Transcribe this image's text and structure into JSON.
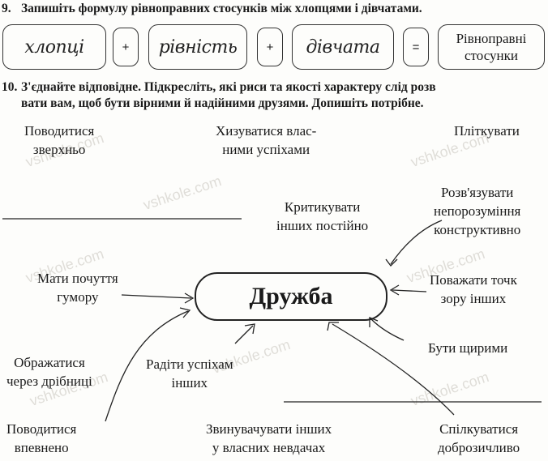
{
  "watermark": "vshkole.com",
  "task9": {
    "number": "9.",
    "text": "Запишіть формулу рівноправних стосунків між хлопцями і дівчатами.",
    "term1": "хлопці",
    "op1": "+",
    "term2": "рівність",
    "op2": "+",
    "term3": "дівчата",
    "op3": "=",
    "result_line1": "Рівноправні",
    "result_line2": "стосунки"
  },
  "task10": {
    "number": "10.",
    "text_line1": "З'єднайте відповідне. Підкресліть, які риси та якості характеру слід розв",
    "text_line2": "вати вам, щоб бути вірними й надійними друзями. Допишіть потрібне.",
    "center": "Дружба",
    "traits": {
      "t1": [
        "Поводитися",
        "зверхньо"
      ],
      "t2": [
        "Хизуватися влас-",
        "ними успіхами"
      ],
      "t3": [
        "Пліткувати"
      ],
      "t4": [
        "Критикувати",
        "інших постійно"
      ],
      "t5": [
        "Розв'язувати",
        "непорозуміння",
        "конструктивно"
      ],
      "t6": [
        "Мати почуття",
        "гумору"
      ],
      "t7": [
        "Поважати точк",
        "зору інших"
      ],
      "t8": [
        "Ображатися",
        "через дрібниці"
      ],
      "t9": [
        "Радіти успіхам",
        "інших"
      ],
      "t10": [
        "Бути щирими"
      ],
      "t11": [
        "Поводитися",
        "впевнено"
      ],
      "t12": [
        "Звинувачувати інших",
        "у власних невдачах"
      ],
      "t13": [
        "Спілкуватися",
        "доброзичливо"
      ]
    }
  }
}
